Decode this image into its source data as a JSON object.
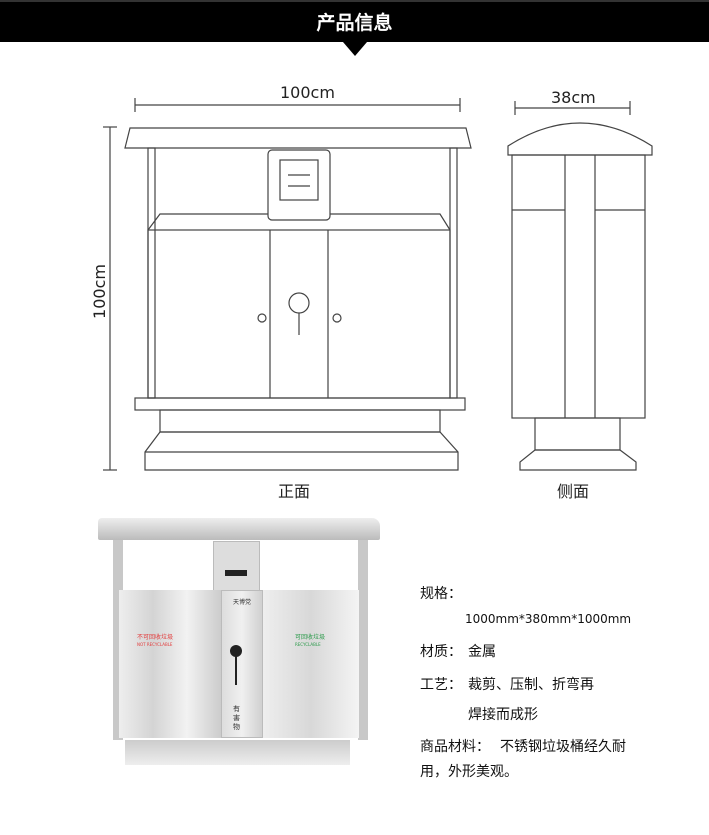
{
  "header": {
    "title": "产品信息"
  },
  "drawing": {
    "front": {
      "width_label": "100cm",
      "height_label": "100cm",
      "caption": "正面"
    },
    "side": {
      "depth_label": "38cm",
      "caption": "侧面"
    }
  },
  "photo": {
    "left_label": "不可回收垃圾",
    "left_label_en": "NOT RECYCLABLE",
    "right_label": "可回收垃圾",
    "right_label_en": "RECYCLABLE",
    "center_label": "有害物",
    "brand": "天博党"
  },
  "specs": {
    "size_label": "规格：",
    "size_value": "1000mm*380mm*1000mm",
    "material_label": "材质：",
    "material_value": "金属",
    "process_label": "工艺：",
    "process_value_1": "裁剪、压制、折弯再",
    "process_value_2": "焊接而成形",
    "desc_label": "商品材料：",
    "desc_value_1": "不锈钢垃圾桶经久耐",
    "desc_value_2": "用，外形美观。"
  },
  "colors": {
    "header_bg": "#000000",
    "not_recyclable": "#e33b3b",
    "recyclable": "#2a9a4a"
  }
}
